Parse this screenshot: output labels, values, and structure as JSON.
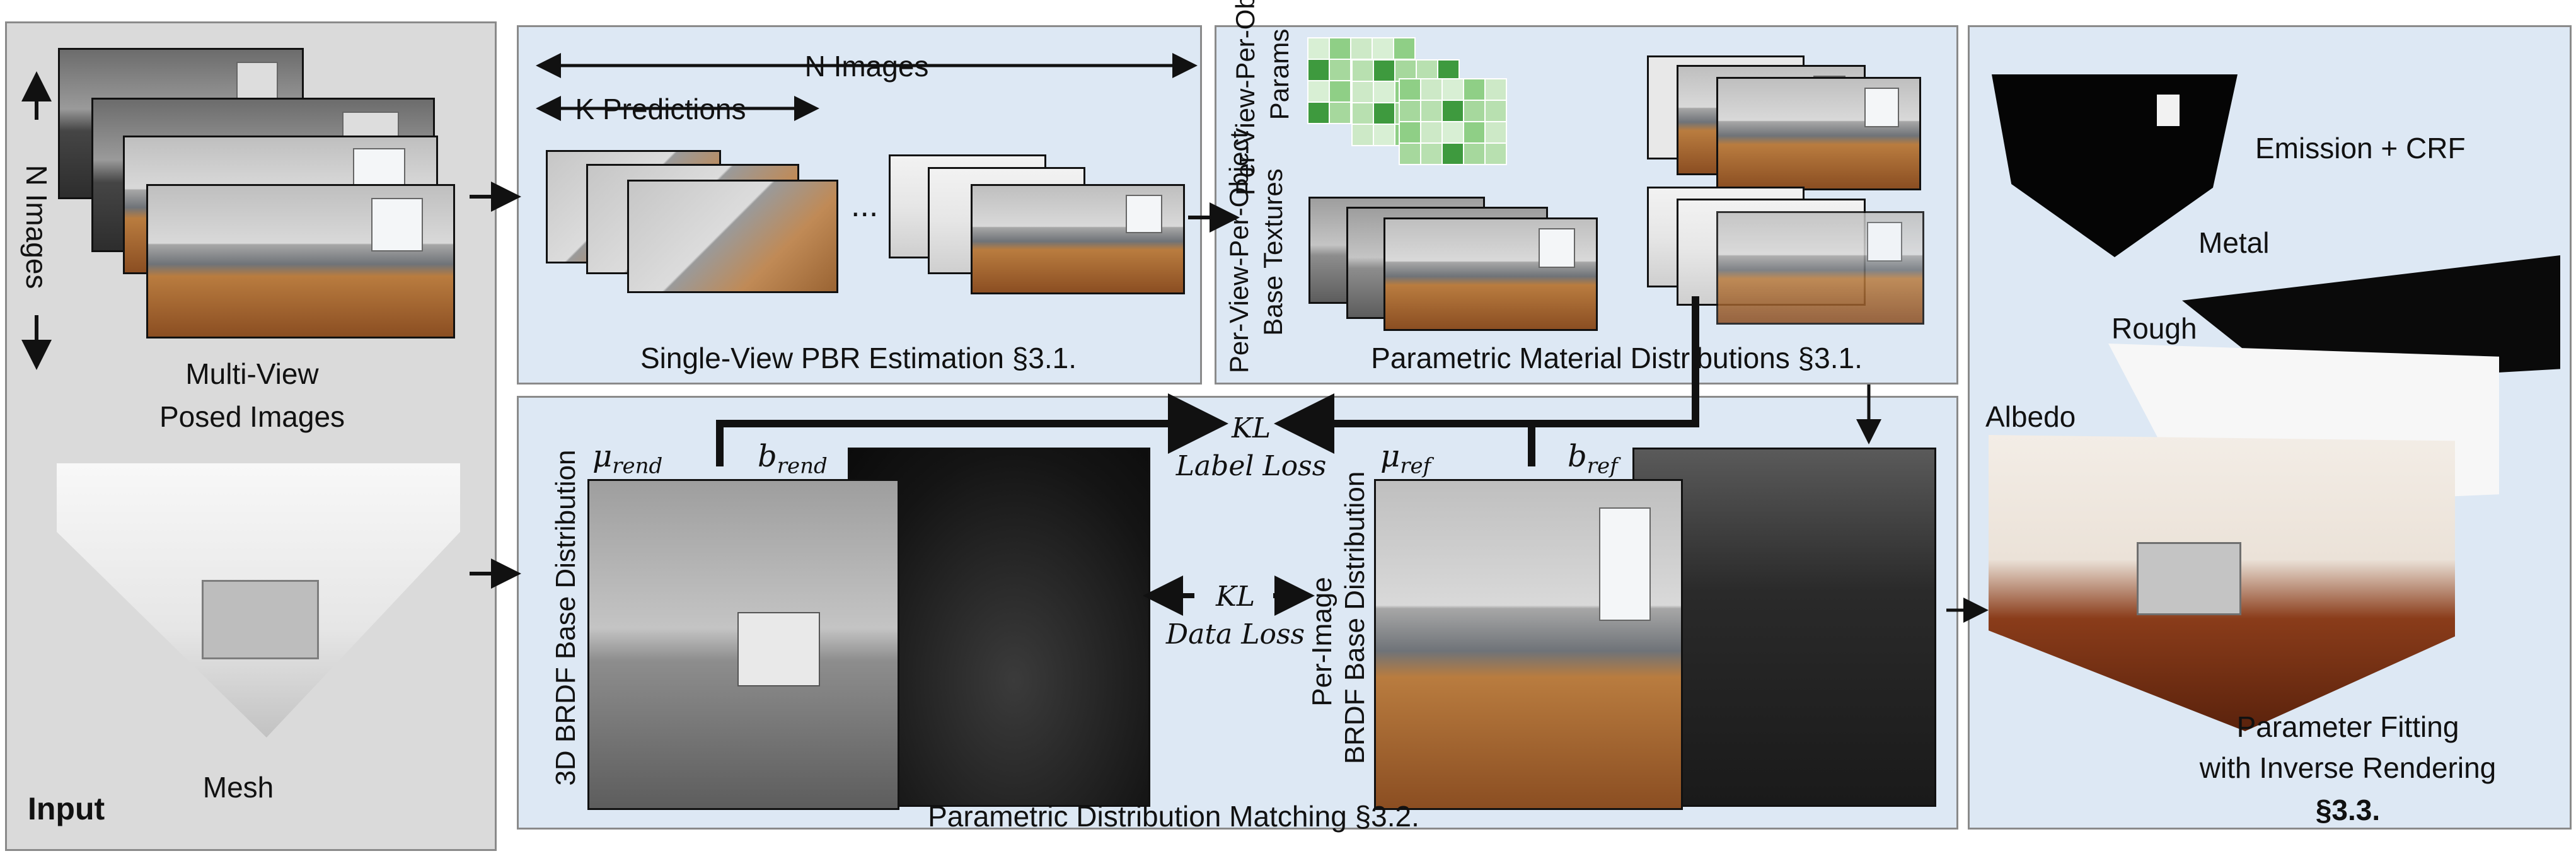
{
  "input_panel": {
    "axis_label": "N Images",
    "images_caption_line1": "Multi-View",
    "images_caption_line2": "Posed Images",
    "mesh_caption": "Mesh",
    "panel_title": "Input"
  },
  "single_view_panel": {
    "n_images": "N Images",
    "k_predictions": "K Predictions",
    "ellipsis": "...",
    "caption": "Single-View PBR Estimation §3.1."
  },
  "parametric_panel": {
    "params_label_line1": "Per-View-Per-Object",
    "params_label_line2": "Params",
    "textures_label_line1": "Per-View-Per-Object",
    "textures_label_line2": "Base Textures",
    "caption": "Parametric Material Distributions §3.1."
  },
  "matching_panel": {
    "left_vertical": "3D BRDF Base Distribution",
    "right_vertical_line1": "Per-Image",
    "right_vertical_line2": "BRDF Base Distribution",
    "mu_rend": "μ",
    "mu_rend_sub": "rend",
    "b_rend": "b",
    "b_rend_sub": "rend",
    "mu_ref": "μ",
    "mu_ref_sub": "ref",
    "b_ref": "b",
    "b_ref_sub": "ref",
    "kl_label_1": "KL",
    "kl_label_2": "Label Loss",
    "kl_data_1": "KL",
    "kl_data_2": "Data Loss",
    "caption": "Parametric Distribution Matching §3.2."
  },
  "fitting_panel": {
    "emission": "Emission + CRF",
    "metal": "Metal",
    "rough": "Rough",
    "albedo": "Albedo",
    "caption_line1": "Parameter Fitting",
    "caption_line2": "with Inverse Rendering",
    "caption_line3": "§3.3."
  },
  "colors": {
    "panel_blue": "#dde8f4",
    "panel_gray": "#dadada",
    "grid_green_dark": "#3e9a3e",
    "grid_green_light": "#d8efd4"
  }
}
